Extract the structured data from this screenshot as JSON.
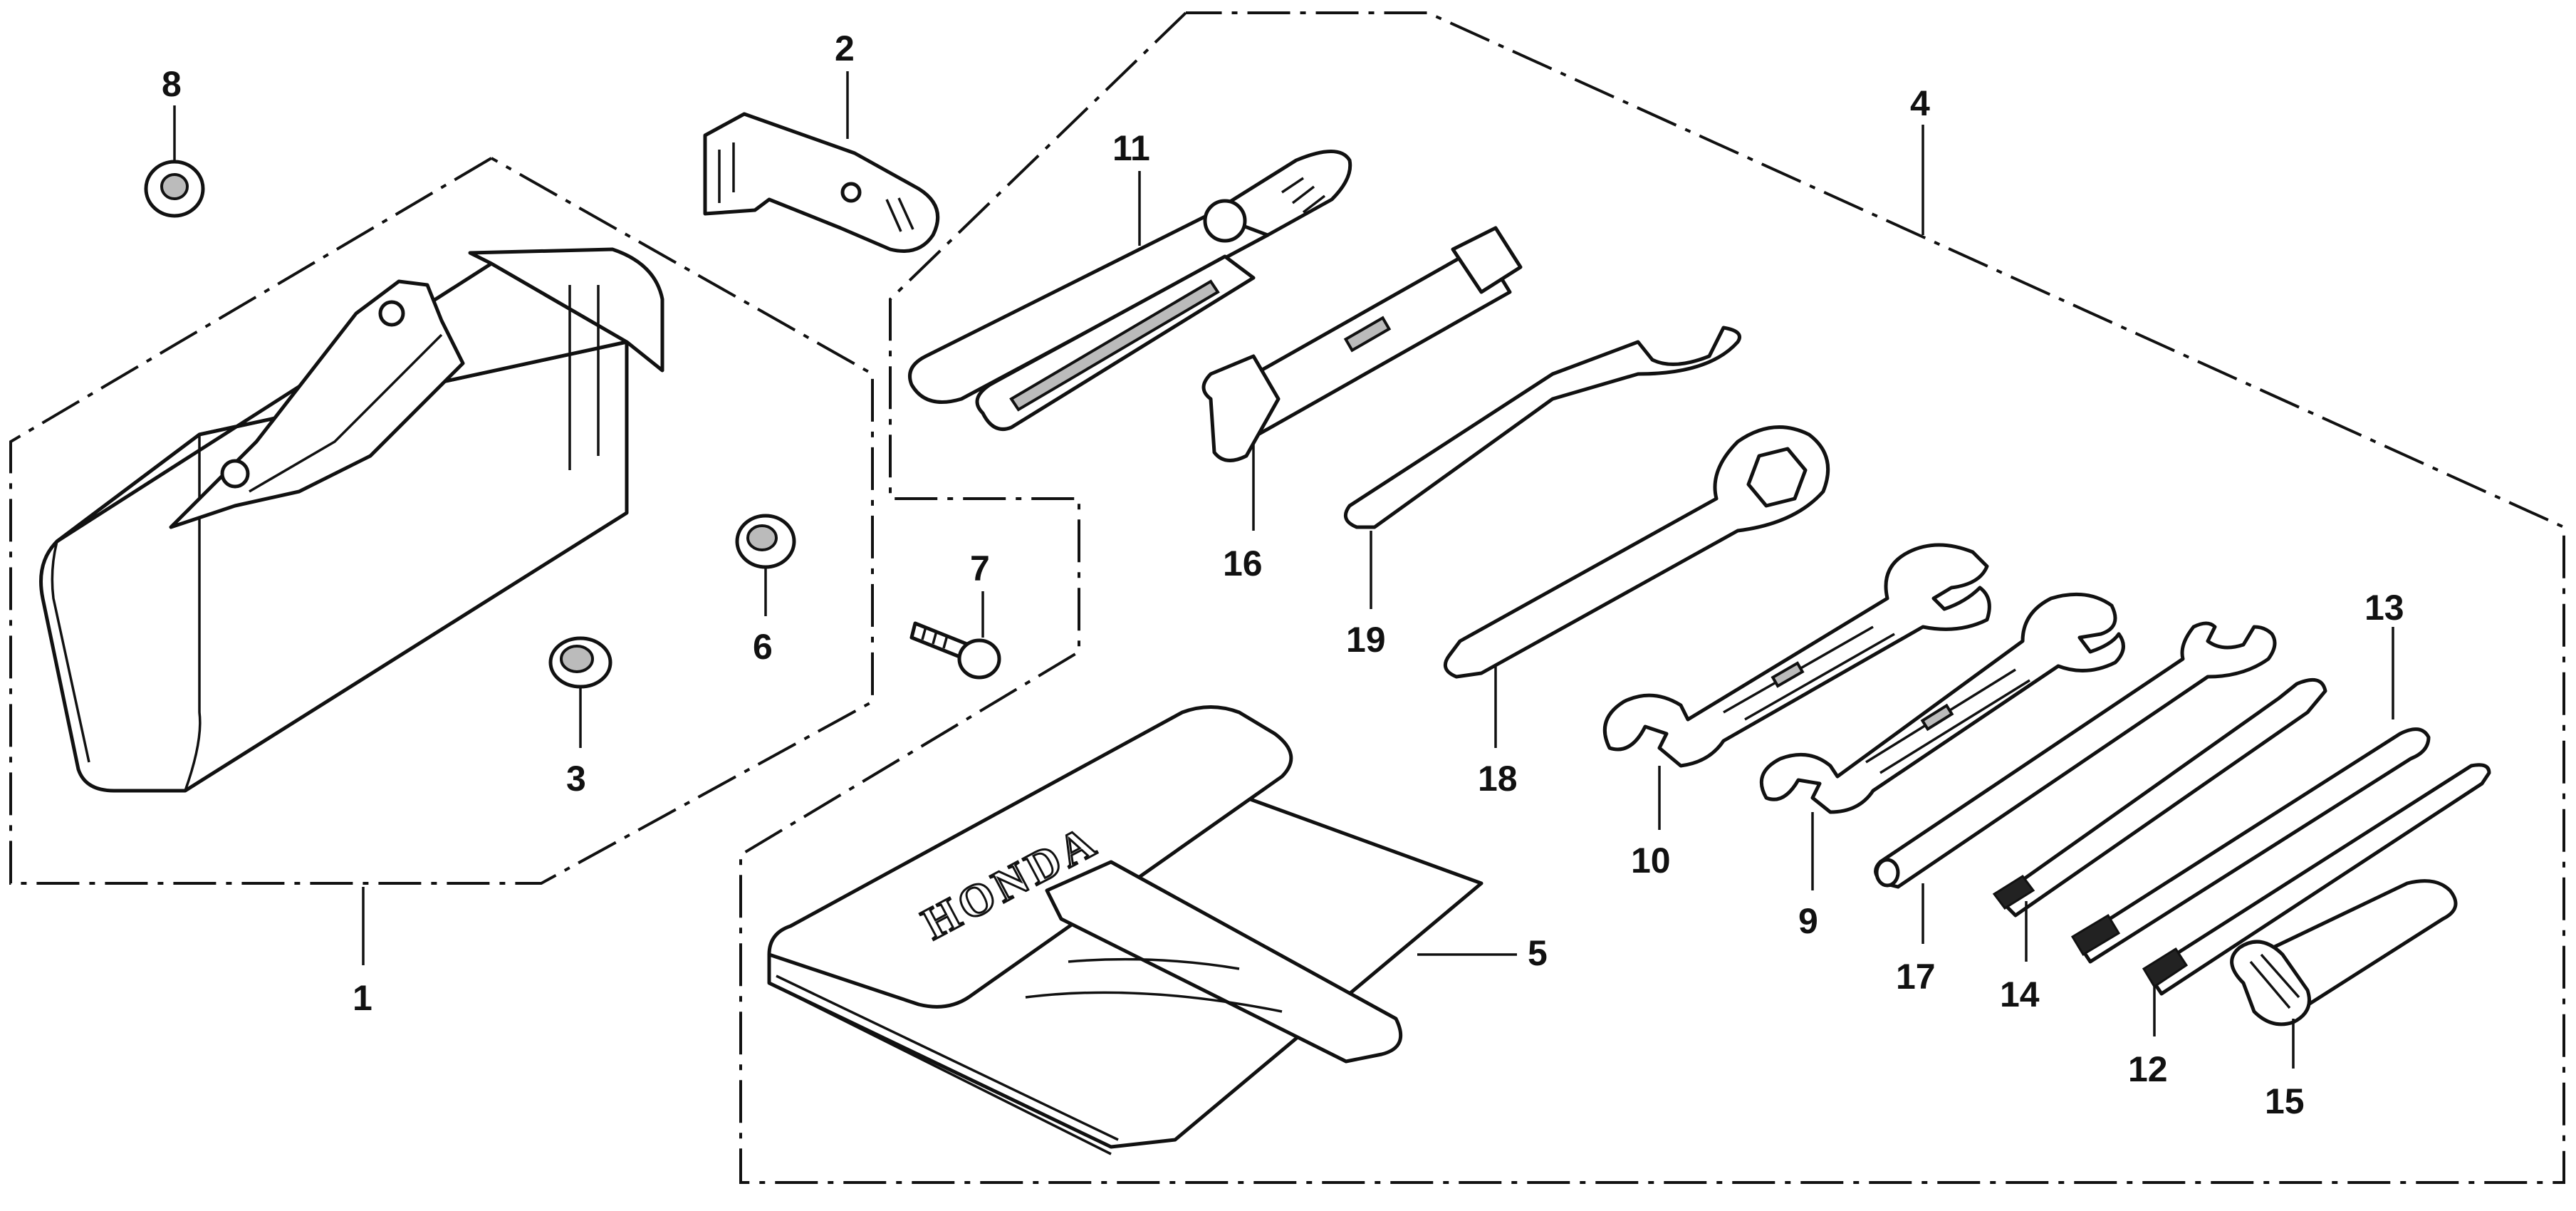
{
  "diagram": {
    "brand_text": "HONDA",
    "callouts": {
      "c1": "1",
      "c2": "2",
      "c3": "3",
      "c4": "4",
      "c5": "5",
      "c6": "6",
      "c7": "7",
      "c8": "8",
      "c9": "9",
      "c10": "10",
      "c11": "11",
      "c12": "12",
      "c13": "13",
      "c14": "14",
      "c15": "15",
      "c16": "16",
      "c17": "17",
      "c18": "18",
      "c19": "19"
    }
  }
}
